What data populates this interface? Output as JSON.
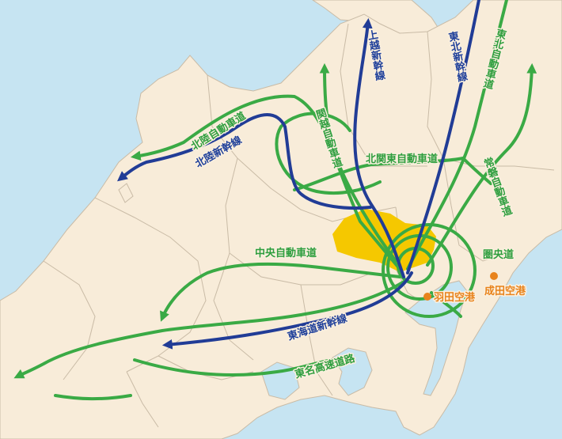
{
  "colors": {
    "sea": "#c6e4f2",
    "land": "#f8ecd9",
    "border": "#c9bba6",
    "expressway": "#3aaa45",
    "shinkansen": "#213c96",
    "metro_area": "#f5c800",
    "airport": "#e8831c"
  },
  "expressways": {
    "hokuriku": "北陸自動車道",
    "kanetsu": "関越自動車道",
    "kitakanto": "北関東自動車道",
    "tohoku": "東北自動車道",
    "joban": "常磐自動車道",
    "chuo": "中央自動車道",
    "tomei": "東名高速道路",
    "ken_o": "圏央道"
  },
  "shinkansen": {
    "joetsu": "上越新幹線",
    "tohoku": "東北新幹線",
    "hokuriku": "北陸新幹線",
    "tokaido": "東海道新幹線"
  },
  "airports": {
    "haneda": "羽田空港",
    "narita": "成田空港"
  }
}
